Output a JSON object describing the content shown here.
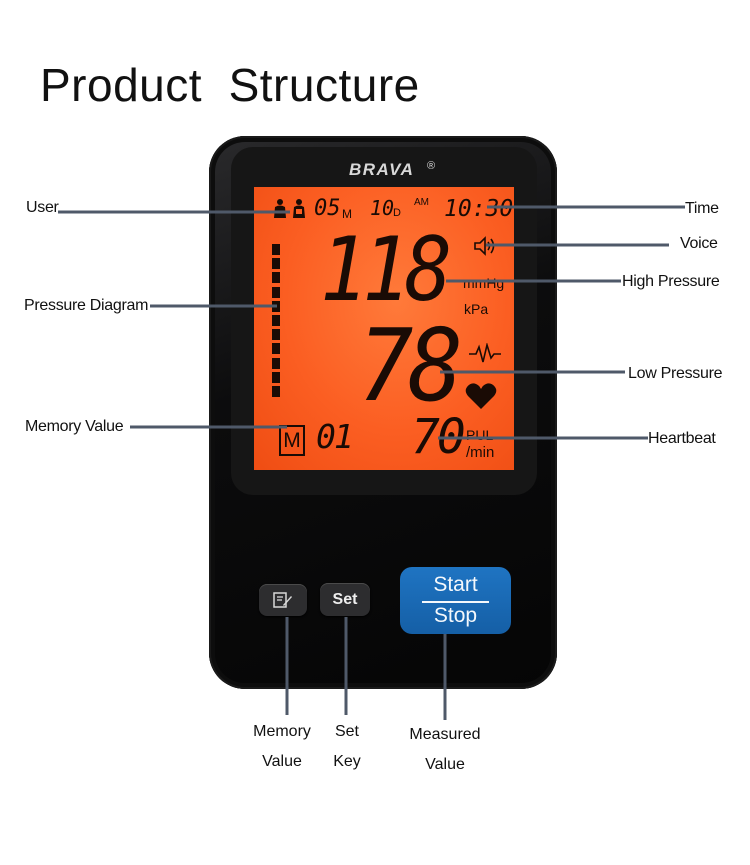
{
  "title": "Product  Structure",
  "brand": {
    "name": "BRAVA",
    "reg_mark": "®"
  },
  "screen": {
    "user_icon": "user-icon",
    "month_value": "05",
    "month_unit": "M",
    "day_value": "10",
    "day_unit": "D",
    "am_label": "AM",
    "time": "10:30",
    "voice_icon": "speaker-icon",
    "systolic": "118",
    "unit_mmhg": "mmHg",
    "unit_kpa": "kPa",
    "pulse_wave_icon": "pulse-wave-icon",
    "diastolic": "78",
    "heart_icon": "heart-icon",
    "memory_badge": "M",
    "memory_number": "01",
    "pulse": "70",
    "pulse_unit_top": "PUL",
    "pulse_unit_bottom": "/min",
    "pressure_diagram_segments": 11
  },
  "buttons": {
    "memory_icon": "memory-edit-icon",
    "set_label": "Set",
    "start_label": "Start",
    "stop_label": "Stop"
  },
  "callouts_left": {
    "user": "User",
    "pressure_diagram": "Pressure Diagram",
    "memory_value": "Memory Value"
  },
  "callouts_right": {
    "time": "Time",
    "voice": "Voice",
    "high_pressure": "High Pressure",
    "low_pressure": "Low Pressure",
    "heartbeat": "Heartbeat"
  },
  "callouts_bottom": {
    "memory_value_line1": "Memory",
    "memory_value_line2": "Value",
    "set_key_line1": "Set",
    "set_key_line2": "Key",
    "measured_value_line1": "Measured",
    "measured_value_line2": "Value"
  },
  "colors": {
    "screen": "#fb5e22",
    "lcd_ink": "#1a0b05",
    "start_button": "#1c6cb8",
    "callout_line": "#4f5969"
  }
}
